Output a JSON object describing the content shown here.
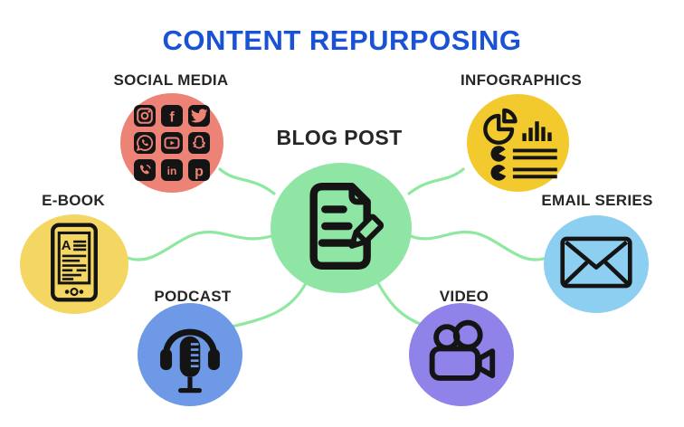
{
  "title": {
    "text": "CONTENT REPURPOSING",
    "color": "#1a52d6"
  },
  "connectors": {
    "color": "#8fe8a0",
    "count": 6
  },
  "center": {
    "label": "BLOG POST",
    "color": "#8fe5a3",
    "icon": "document-pencil-icon"
  },
  "nodes": {
    "social_media": {
      "label": "SOCIAL MEDIA",
      "color": "#ed8276",
      "icons": [
        "instagram-icon",
        "facebook-icon",
        "twitter-icon",
        "whatsapp-icon",
        "youtube-icon",
        "snapchat-icon",
        "phone-call-icon",
        "linkedin-icon",
        "pinterest-icon"
      ]
    },
    "infographics": {
      "label": "INFOGRAPHICS",
      "color": "#f2ca2e",
      "icons": [
        "pie-chart-icon",
        "bar-chart-icon",
        "pie-list-icon",
        "pie-list-icon"
      ]
    },
    "e_book": {
      "label": "E-BOOK",
      "color": "#f4d763",
      "icons": [
        "e-reader-icon"
      ]
    },
    "email_series": {
      "label": "EMAIL SERIES",
      "color": "#8ccff0",
      "icons": [
        "envelope-icon"
      ]
    },
    "podcast": {
      "label": "PODCAST",
      "color": "#6e99e6",
      "icons": [
        "microphone-headphones-icon"
      ]
    },
    "video": {
      "label": "VIDEO",
      "color": "#8f82e8",
      "icons": [
        "video-camera-icon"
      ]
    }
  },
  "ebook_screen_letter": "A",
  "icon_ink": "#141414"
}
